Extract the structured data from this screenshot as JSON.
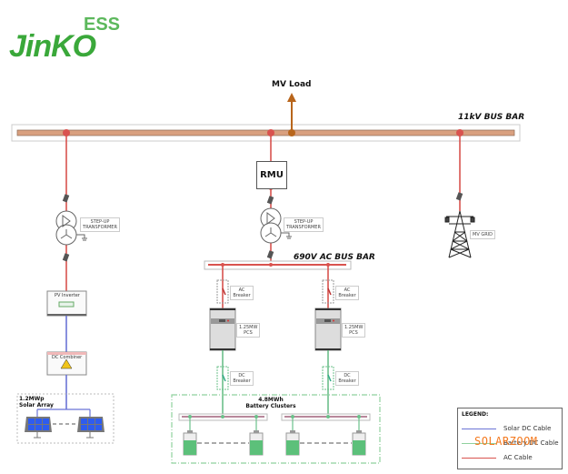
{
  "logo": {
    "brand": "JinKO",
    "suffix": "ESS",
    "brand_color": "#3aa83a"
  },
  "labels": {
    "mv_load": "MV Load",
    "bus_11kv": "11kV BUS BAR",
    "bus_690v": "690V AC BUS BAR",
    "rmu": "RMU",
    "mv_grid": "MV GRID",
    "step_up_transformer": "STEP-UP TRANSFORMER",
    "pv_inverter": "PV Inverter",
    "dc_combiner": "DC Combiner",
    "solar_array_line1": "1.2MWp",
    "solar_array_line2": "Solar Array",
    "ac_breaker": "AC Breaker",
    "dc_breaker": "DC Breaker",
    "pcs_line1": "1.25MW",
    "pcs_line2": "PCS",
    "battery_line1": "4.8MWh",
    "battery_line2": "Battery Clusters"
  },
  "legend": {
    "title": "LEGEND:",
    "items": [
      {
        "label": "Solar DC Cable",
        "color": "#6b74d6"
      },
      {
        "label": "Battery DC Cable",
        "color": "#8fd19e"
      },
      {
        "label": "AC Cable",
        "color": "#d9534f"
      }
    ]
  },
  "watermark": "SOLARZOOM",
  "colors": {
    "ac": "#d9534f",
    "solar_dc": "#6b74d6",
    "battery_dc": "#6cc08b",
    "bus_11kv": "#d9a07f",
    "mv_load": "#b8651b"
  }
}
